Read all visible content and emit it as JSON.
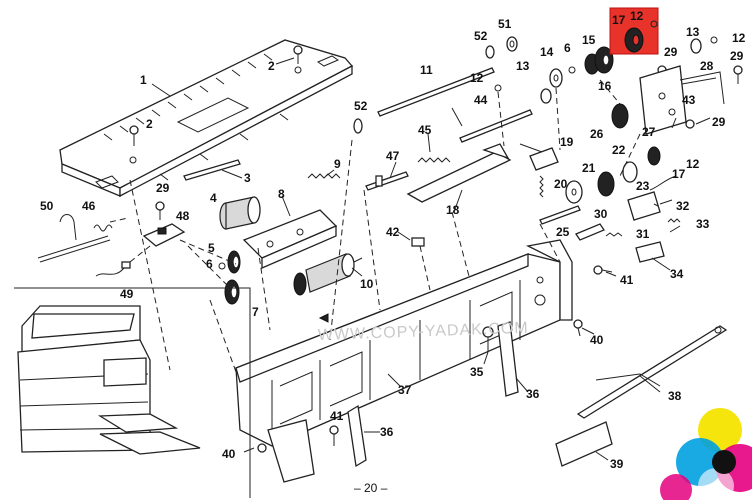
{
  "page_number": "– 20 –",
  "watermark": "WWW.COPY-YADAK.COM",
  "highlighted_part": "17",
  "highlight_color": "#e8332b",
  "labels": {
    "p1": "1",
    "p2a": "2",
    "p2b": "2",
    "p3": "3",
    "p4": "4",
    "p5": "5",
    "p6a": "6",
    "p6b": "6",
    "p7": "7",
    "p8": "8",
    "p9": "9",
    "p10": "10",
    "p11": "11",
    "p12a": "12",
    "p12b": "12",
    "p12c": "12",
    "p12d": "12",
    "p13a": "13",
    "p13b": "13",
    "p14": "14",
    "p15": "15",
    "p16": "16",
    "p17a": "17",
    "p17b": "17",
    "p18": "18",
    "p19": "19",
    "p20": "20",
    "p21": "21",
    "p22": "22",
    "p23": "23",
    "p25": "25",
    "p26": "26",
    "p27": "27",
    "p28": "28",
    "p29a": "29",
    "p29b": "29",
    "p29c": "29",
    "p29d": "29",
    "p30": "30",
    "p31": "31",
    "p32": "32",
    "p33": "33",
    "p34": "34",
    "p35": "35",
    "p36a": "36",
    "p36b": "36",
    "p37": "37",
    "p38": "38",
    "p39": "39",
    "p40a": "40",
    "p40b": "40",
    "p41a": "41",
    "p41b": "41",
    "p42": "42",
    "p43": "43",
    "p44": "44",
    "p45": "45",
    "p46": "46",
    "p47": "47",
    "p48": "48",
    "p49": "49",
    "p50": "50",
    "p51": "51",
    "p52a": "52",
    "p52b": "52"
  }
}
